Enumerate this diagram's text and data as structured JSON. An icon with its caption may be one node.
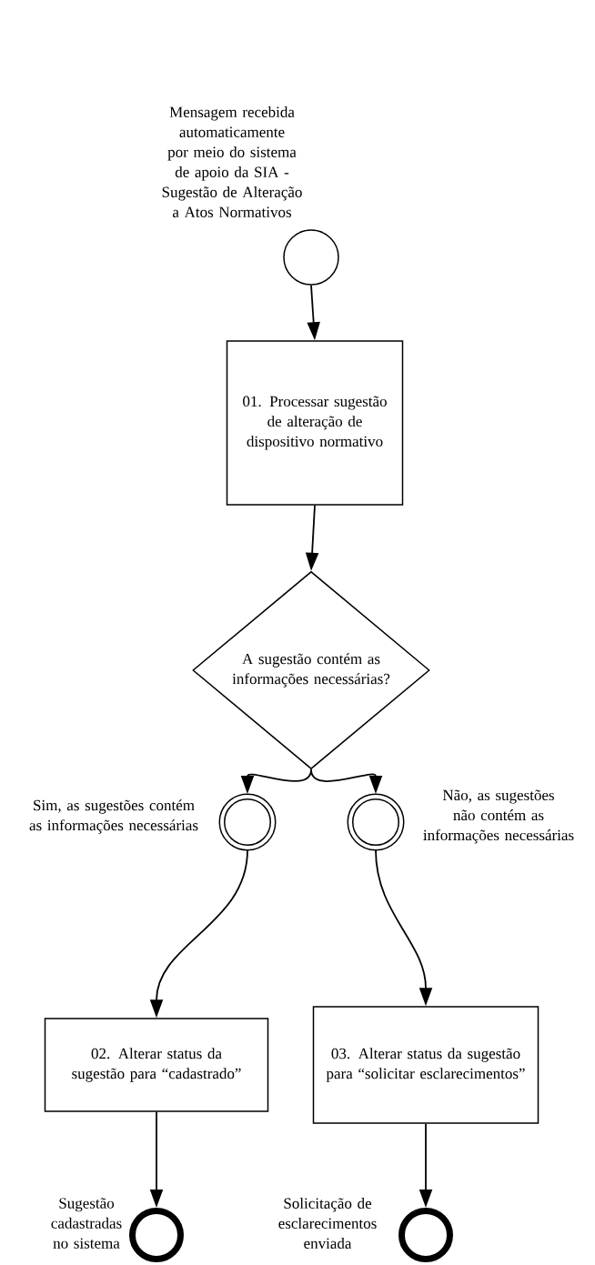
{
  "diagram": {
    "nodes": [
      {
        "text": [],
        "shape": "circle",
        "beside": [
          "Mensagem recebida automaticamente por meio do sistema de apoio da SIA - Sugestão de Alteração a Atos Normativos"
        ]
      },
      {
        "text": [
          "01. Processar sugestão de alteração de dispositivo normativo"
        ]
      },
      {
        "text": [
          "A sugestão contém as informações necessárias?"
        ]
      },
      {
        "text": [],
        "shape": "circle"
      },
      {
        "text": [],
        "shape": "circle"
      },
      {
        "text": [
          "02. Alterar status da sugestão para “cadastrado”"
        ]
      },
      {
        "text": [
          "03. Alterar status da sugestão para “solicitar esclarecimentos”"
        ]
      },
      {
        "text": [],
        "shape": "circle",
        "beside": [
          "Sugestão cadastradas no sistema"
        ]
      },
      {
        "text": [],
        "shape": "circle",
        "beside": [
          "Solicitação de esclarecimentos enviada"
        ]
      }
    ],
    "edges": [
      {
        "from": 0,
        "to": 1,
        "arrow": "to"
      },
      {
        "from": 1,
        "to": 2,
        "arrow": "to"
      },
      {
        "from": 2,
        "to": 3,
        "arrow": "to",
        "label": "Sim, as sugestões contém as informações necessárias"
      },
      {
        "from": 2,
        "to": 4,
        "arrow": "to",
        "label": "Não, as sugestões não contém as informações necessárias"
      },
      {
        "from": 3,
        "to": 5,
        "arrow": "to"
      },
      {
        "from": 4,
        "to": 6,
        "arrow": "to"
      },
      {
        "from": 5,
        "to": 7,
        "arrow": "to"
      },
      {
        "from": 6,
        "to": 8,
        "arrow": "to"
      }
    ]
  }
}
